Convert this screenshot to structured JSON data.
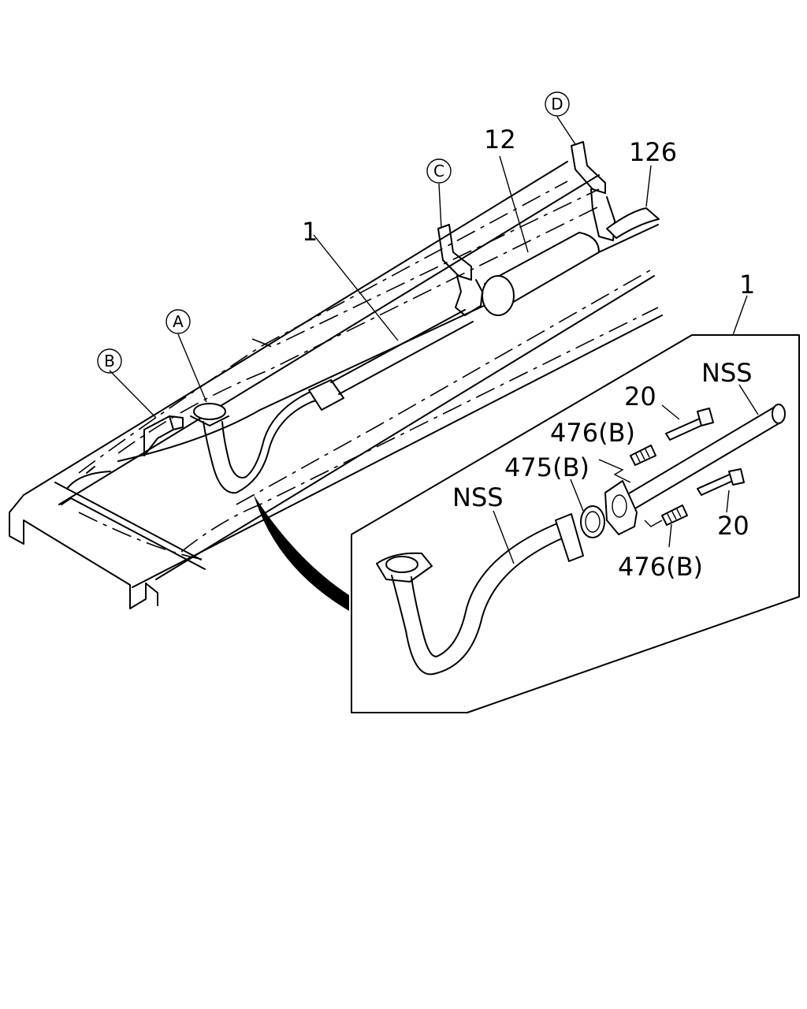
{
  "labels": {
    "muffler": "12",
    "tailpipe": "126",
    "pipe_assembly_main": "1",
    "pipe_assembly_detail": "1",
    "nss_right": "NSS",
    "nss_left": "NSS",
    "bolt_upper": "20",
    "bolt_lower": "20",
    "spring_upper": "476(B)",
    "spring_lower": "476(B)",
    "gasket": "475(B)"
  },
  "callouts": {
    "a": "A",
    "b": "B",
    "c": "C",
    "d": "D"
  }
}
